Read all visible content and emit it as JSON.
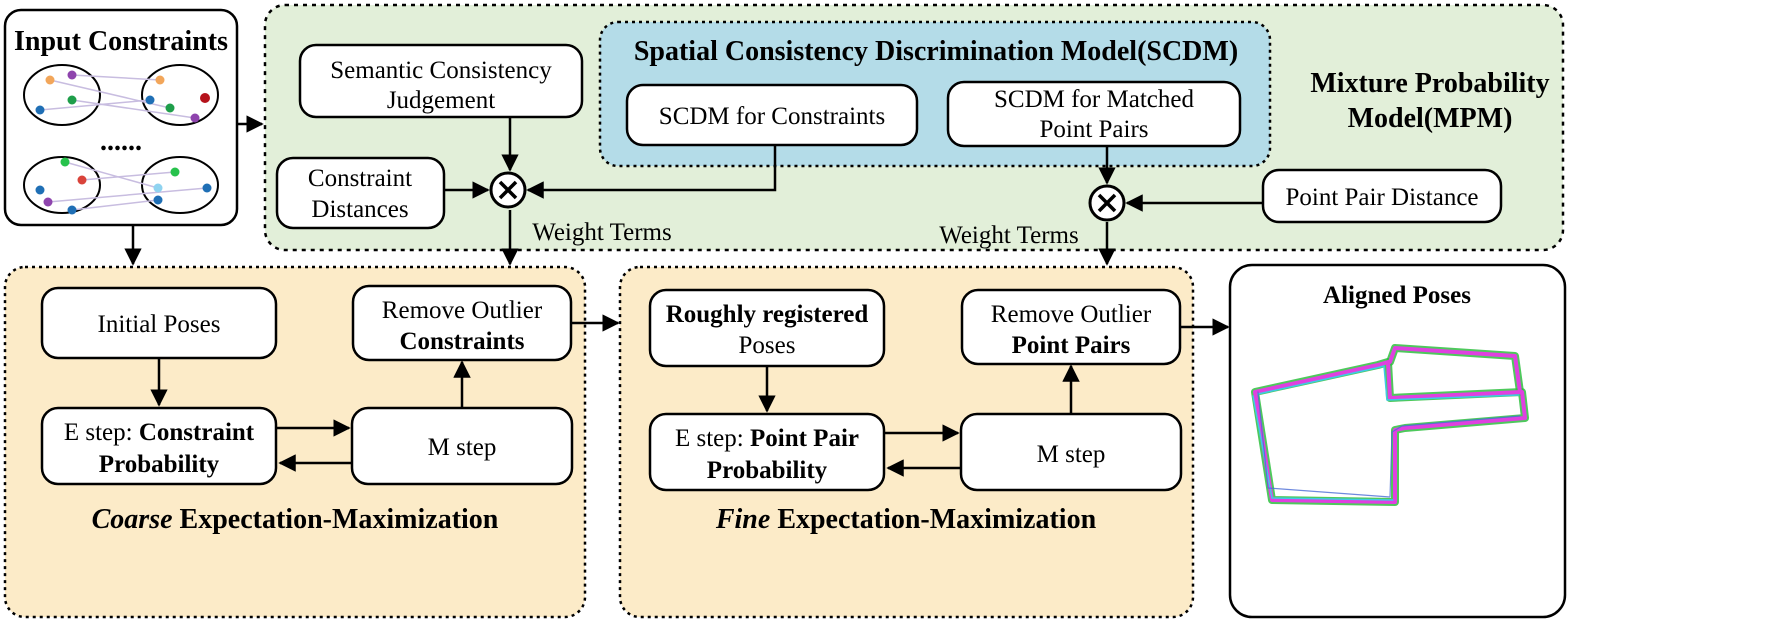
{
  "colors": {
    "mpm_fill": "#E2EFD9",
    "scdm_fill": "#B4DCE8",
    "em_fill": "#FCEBC8",
    "stroke": "#000000"
  },
  "input": {
    "title": "Input Constraints",
    "dots": "......"
  },
  "mpm": {
    "title_line1": "Mixture Probability",
    "title_line2": "Model(MPM)",
    "semantic_line1": "Semantic Consistency",
    "semantic_line2": "Judgement",
    "constraint_dist_line1": "Constraint",
    "constraint_dist_line2": "Distances",
    "point_pair_distance": "Point Pair Distance",
    "weight_terms_left": "Weight Terms",
    "weight_terms_right": "Weight Terms"
  },
  "scdm": {
    "title": "Spatial Consistency Discrimination Model(SCDM)",
    "constraints": "SCDM for Constraints",
    "matched_line1": "SCDM for Matched",
    "matched_line2": "Point Pairs"
  },
  "coarse": {
    "initial_poses": "Initial Poses",
    "remove_line1": "Remove Outlier",
    "remove_line2": "Constraints",
    "estep_prefix": "E step: ",
    "estep_bold1": "Constraint",
    "estep_bold2": "Probability",
    "mstep": "M step",
    "caption_italic": "Coarse",
    "caption_rest": " Expectation-Maximization"
  },
  "fine": {
    "rough_line1": "Roughly registered",
    "rough_line2": "Poses",
    "remove_line1": "Remove Outlier",
    "remove_line2": "Point Pairs",
    "estep_prefix": "E step: ",
    "estep_bold1": "Point Pair",
    "estep_bold2": "Probability",
    "mstep": "M step",
    "caption_italic": "Fine",
    "caption_rest": " Expectation-Maximization"
  },
  "aligned": {
    "title": "Aligned Poses"
  },
  "icons": {
    "multiply": "circled-times-icon",
    "graph": "constraint-graph-icon",
    "trajectory": "trajectory-icon"
  }
}
